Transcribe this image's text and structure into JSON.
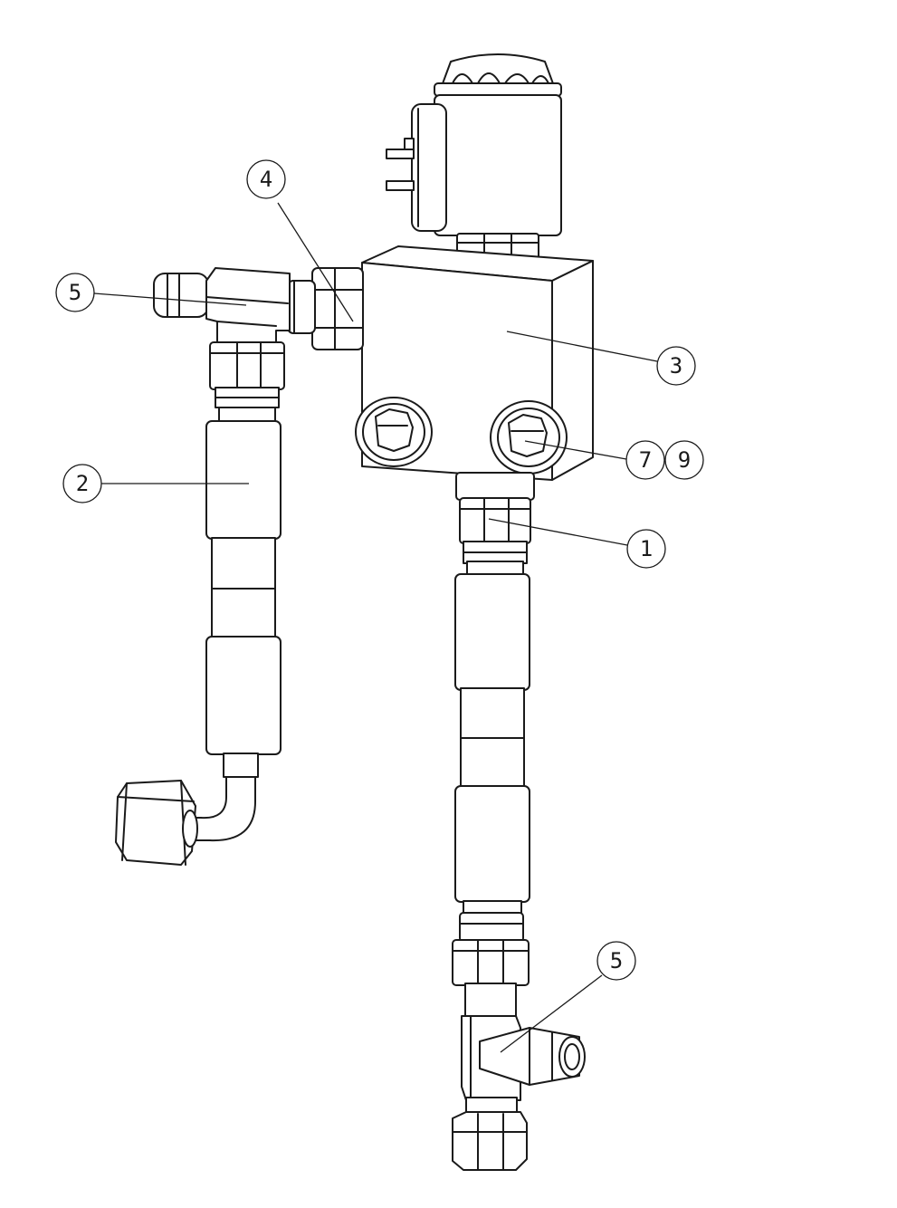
{
  "balloons": {
    "b4": "4",
    "b5_top": "5",
    "b3": "3",
    "b7": "7",
    "b9": "9",
    "b2": "2",
    "b1": "1",
    "b5_bottom": "5"
  },
  "colors": {
    "line": "#1a1a1a",
    "background": "#ffffff"
  }
}
